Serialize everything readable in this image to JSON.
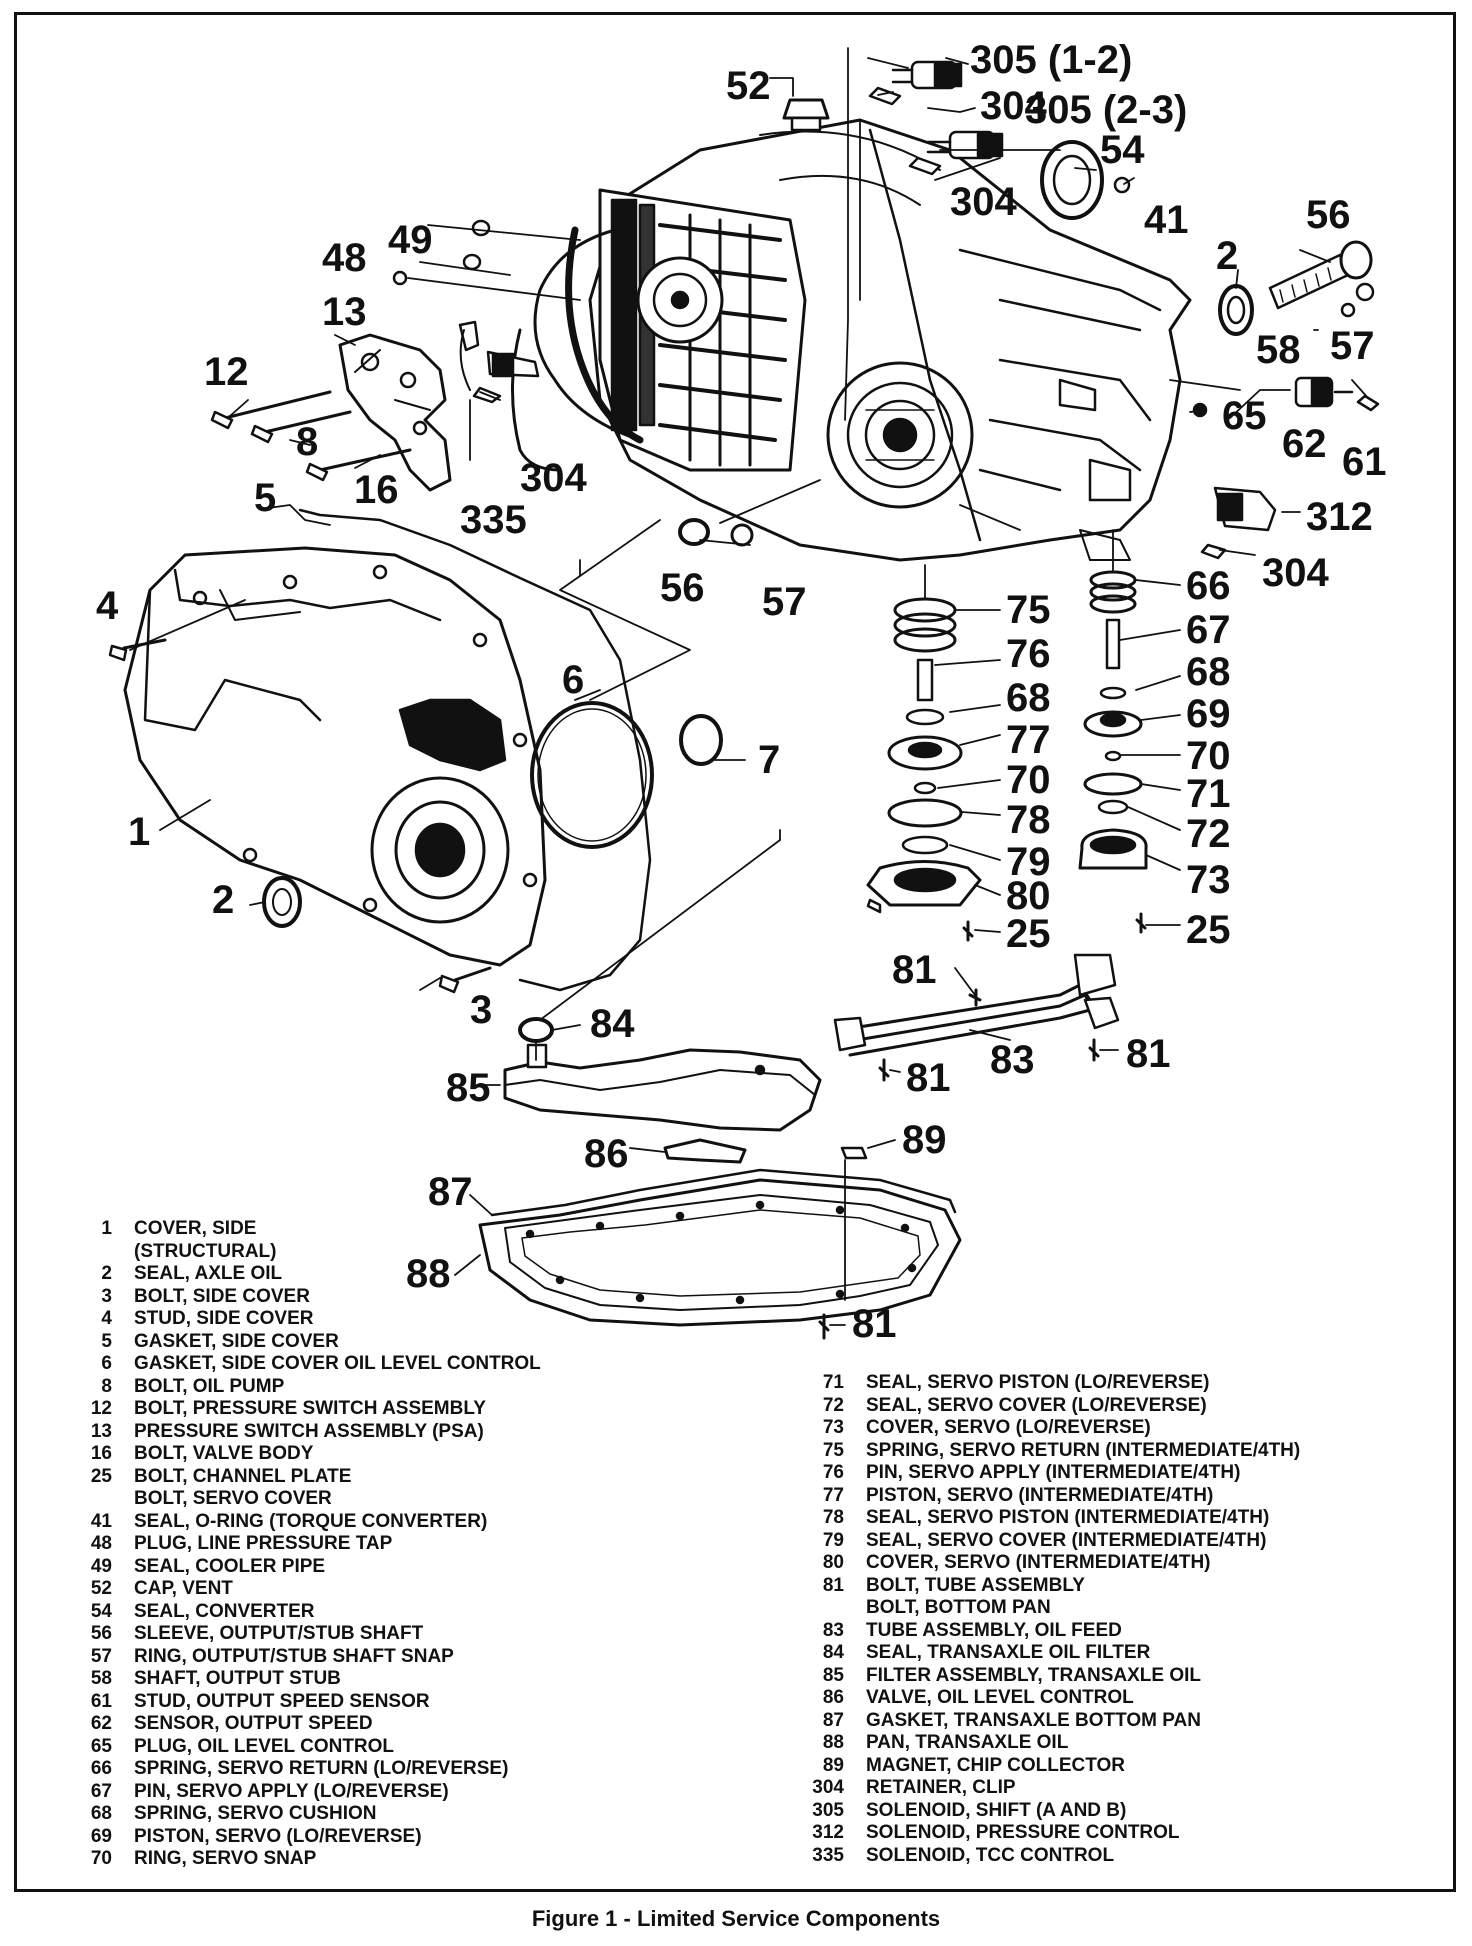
{
  "callouts": [
    {
      "id": "305a",
      "text": "305 (1-2)"
    },
    {
      "id": "52",
      "text": "52"
    },
    {
      "id": "304a",
      "text": "304"
    },
    {
      "id": "305b",
      "text": "305 (2-3)"
    },
    {
      "id": "54",
      "text": "54"
    },
    {
      "id": "304b",
      "text": "304"
    },
    {
      "id": "41",
      "text": "41"
    },
    {
      "id": "56a",
      "text": "56"
    },
    {
      "id": "49",
      "text": "49"
    },
    {
      "id": "48",
      "text": "48"
    },
    {
      "id": "2a",
      "text": "2"
    },
    {
      "id": "13",
      "text": "13"
    },
    {
      "id": "58",
      "text": "58"
    },
    {
      "id": "57a",
      "text": "57"
    },
    {
      "id": "12",
      "text": "12"
    },
    {
      "id": "65",
      "text": "65"
    },
    {
      "id": "8",
      "text": "8"
    },
    {
      "id": "62",
      "text": "62"
    },
    {
      "id": "61",
      "text": "61"
    },
    {
      "id": "304c",
      "text": "304"
    },
    {
      "id": "16",
      "text": "16"
    },
    {
      "id": "335",
      "text": "335"
    },
    {
      "id": "5",
      "text": "5"
    },
    {
      "id": "312",
      "text": "312"
    },
    {
      "id": "304d",
      "text": "304"
    },
    {
      "id": "56b",
      "text": "56"
    },
    {
      "id": "57b",
      "text": "57"
    },
    {
      "id": "66",
      "text": "66"
    },
    {
      "id": "4",
      "text": "4"
    },
    {
      "id": "75",
      "text": "75"
    },
    {
      "id": "67",
      "text": "67"
    },
    {
      "id": "76",
      "text": "76"
    },
    {
      "id": "6",
      "text": "6"
    },
    {
      "id": "68a",
      "text": "68"
    },
    {
      "id": "68b",
      "text": "68"
    },
    {
      "id": "69",
      "text": "69"
    },
    {
      "id": "77",
      "text": "77"
    },
    {
      "id": "7",
      "text": "7"
    },
    {
      "id": "70a",
      "text": "70"
    },
    {
      "id": "70b",
      "text": "70"
    },
    {
      "id": "71",
      "text": "71"
    },
    {
      "id": "1",
      "text": "1"
    },
    {
      "id": "78",
      "text": "78"
    },
    {
      "id": "72",
      "text": "72"
    },
    {
      "id": "79",
      "text": "79"
    },
    {
      "id": "73",
      "text": "73"
    },
    {
      "id": "2b",
      "text": "2"
    },
    {
      "id": "80",
      "text": "80"
    },
    {
      "id": "25a",
      "text": "25"
    },
    {
      "id": "25b",
      "text": "25"
    },
    {
      "id": "81a",
      "text": "81"
    },
    {
      "id": "3",
      "text": "3"
    },
    {
      "id": "84",
      "text": "84"
    },
    {
      "id": "83",
      "text": "83"
    },
    {
      "id": "81b",
      "text": "81"
    },
    {
      "id": "85",
      "text": "85"
    },
    {
      "id": "81c",
      "text": "81"
    },
    {
      "id": "86",
      "text": "86"
    },
    {
      "id": "89",
      "text": "89"
    },
    {
      "id": "87",
      "text": "87"
    },
    {
      "id": "88",
      "text": "88"
    },
    {
      "id": "81d",
      "text": "81"
    }
  ],
  "legend_left": [
    {
      "num": "1",
      "desc": "COVER, SIDE"
    },
    {
      "num": "",
      "desc": "(STRUCTURAL)"
    },
    {
      "num": "2",
      "desc": "SEAL, AXLE OIL"
    },
    {
      "num": "3",
      "desc": "BOLT, SIDE COVER"
    },
    {
      "num": "4",
      "desc": "STUD, SIDE COVER"
    },
    {
      "num": "5",
      "desc": "GASKET, SIDE COVER"
    },
    {
      "num": "6",
      "desc": "GASKET, SIDE COVER OIL LEVEL CONTROL"
    },
    {
      "num": "8",
      "desc": "BOLT, OIL PUMP"
    },
    {
      "num": "12",
      "desc": "BOLT, PRESSURE SWITCH ASSEMBLY"
    },
    {
      "num": "13",
      "desc": "PRESSURE SWITCH ASSEMBLY (PSA)"
    },
    {
      "num": "16",
      "desc": "BOLT, VALVE BODY"
    },
    {
      "num": "25",
      "desc": "BOLT, CHANNEL PLATE"
    },
    {
      "num": "",
      "desc": "BOLT, SERVO COVER"
    },
    {
      "num": "41",
      "desc": "SEAL, O-RING (TORQUE CONVERTER)"
    },
    {
      "num": "48",
      "desc": "PLUG, LINE PRESSURE TAP"
    },
    {
      "num": "49",
      "desc": "SEAL, COOLER PIPE"
    },
    {
      "num": "52",
      "desc": "CAP, VENT"
    },
    {
      "num": "54",
      "desc": "SEAL, CONVERTER"
    },
    {
      "num": "56",
      "desc": "SLEEVE, OUTPUT/STUB SHAFT"
    },
    {
      "num": "57",
      "desc": "RING, OUTPUT/STUB SHAFT SNAP"
    },
    {
      "num": "58",
      "desc": "SHAFT, OUTPUT STUB"
    },
    {
      "num": "61",
      "desc": "STUD, OUTPUT SPEED SENSOR"
    },
    {
      "num": "62",
      "desc": "SENSOR, OUTPUT SPEED"
    },
    {
      "num": "65",
      "desc": "PLUG, OIL LEVEL CONTROL"
    },
    {
      "num": "66",
      "desc": "SPRING, SERVO RETURN (LO/REVERSE)"
    },
    {
      "num": "67",
      "desc": "PIN, SERVO APPLY (LO/REVERSE)"
    },
    {
      "num": "68",
      "desc": "SPRING, SERVO CUSHION"
    },
    {
      "num": "69",
      "desc": "PISTON, SERVO (LO/REVERSE)"
    },
    {
      "num": "70",
      "desc": "RING, SERVO SNAP"
    }
  ],
  "legend_right": [
    {
      "num": "71",
      "desc": "SEAL, SERVO PISTON (LO/REVERSE)"
    },
    {
      "num": "72",
      "desc": "SEAL, SERVO COVER (LO/REVERSE)"
    },
    {
      "num": "73",
      "desc": "COVER, SERVO (LO/REVERSE)"
    },
    {
      "num": "75",
      "desc": "SPRING, SERVO RETURN (INTERMEDIATE/4TH)"
    },
    {
      "num": "76",
      "desc": "PIN, SERVO APPLY (INTERMEDIATE/4TH)"
    },
    {
      "num": "77",
      "desc": "PISTON, SERVO (INTERMEDIATE/4TH)"
    },
    {
      "num": "78",
      "desc": "SEAL, SERVO PISTON (INTERMEDIATE/4TH)"
    },
    {
      "num": "79",
      "desc": "SEAL, SERVO COVER (INTERMEDIATE/4TH)"
    },
    {
      "num": "80",
      "desc": "COVER, SERVO (INTERMEDIATE/4TH)"
    },
    {
      "num": "81",
      "desc": "BOLT, TUBE ASSEMBLY"
    },
    {
      "num": "",
      "desc": "BOLT, BOTTOM PAN"
    },
    {
      "num": "83",
      "desc": "TUBE ASSEMBLY, OIL FEED"
    },
    {
      "num": "84",
      "desc": "SEAL, TRANSAXLE OIL FILTER"
    },
    {
      "num": "85",
      "desc": "FILTER ASSEMBLY, TRANSAXLE OIL"
    },
    {
      "num": "86",
      "desc": "VALVE, OIL LEVEL CONTROL"
    },
    {
      "num": "87",
      "desc": "GASKET, TRANSAXLE BOTTOM PAN"
    },
    {
      "num": "88",
      "desc": "PAN, TRANSAXLE OIL"
    },
    {
      "num": "89",
      "desc": "MAGNET, CHIP COLLECTOR"
    },
    {
      "num": "304",
      "desc": "RETAINER, CLIP"
    },
    {
      "num": "305",
      "desc": "SOLENOID, SHIFT (A AND B)"
    },
    {
      "num": "312",
      "desc": "SOLENOID, PRESSURE CONTROL"
    },
    {
      "num": "335",
      "desc": "SOLENOID, TCC CONTROL"
    }
  ],
  "caption": "Figure 1 - Limited Service Components"
}
